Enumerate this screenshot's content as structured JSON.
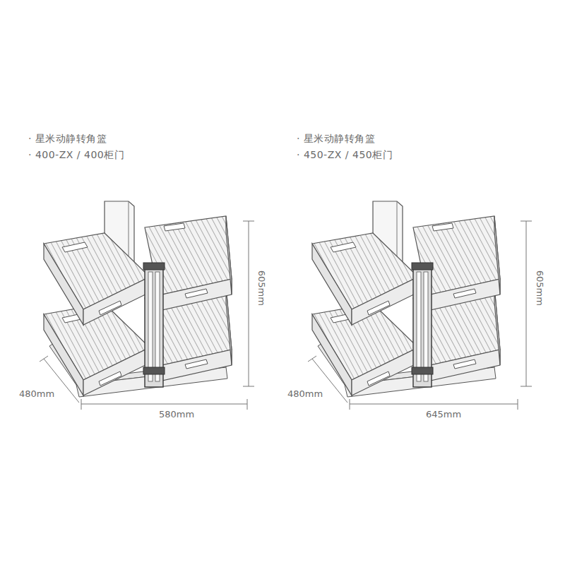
{
  "diagram": {
    "labels": [
      "· 星米动静转角篮",
      "· 400-ZX / 400柜门",
      "605mm",
      "480mm",
      "580mm",
      "· 星米动静转角篮",
      "· 450-ZX / 450柜门",
      "605mm",
      "480mm",
      "645mm"
    ]
  }
}
